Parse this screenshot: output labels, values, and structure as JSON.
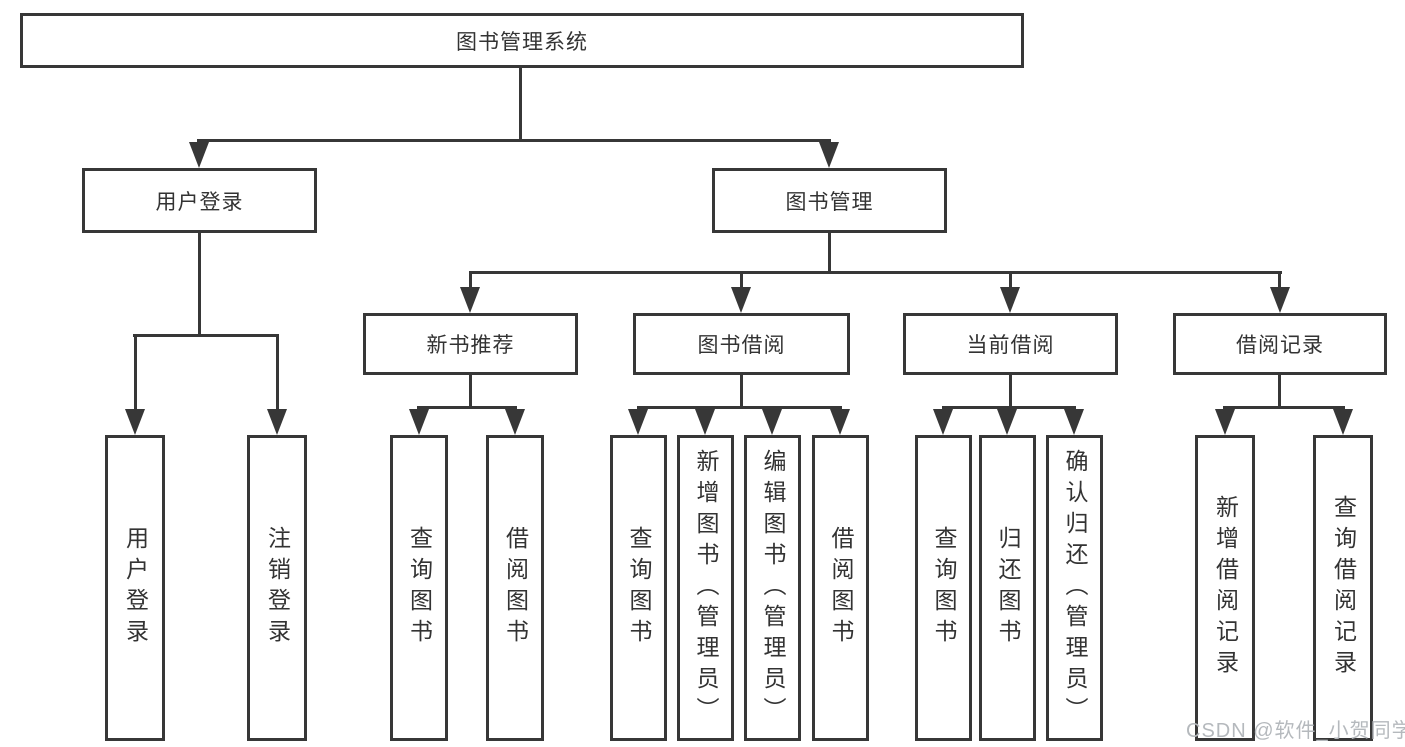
{
  "diagram": {
    "root": "图书管理系统",
    "level2": [
      "用户登录",
      "图书管理"
    ],
    "level3": [
      "新书推荐",
      "图书借阅",
      "当前借阅",
      "借阅记录"
    ],
    "leaf_groups": [
      {
        "parent": "用户登录",
        "items": [
          "用户登录",
          "注销登录"
        ]
      },
      {
        "parent": "新书推荐",
        "items": [
          "查询图书",
          "借阅图书"
        ]
      },
      {
        "parent": "图书借阅",
        "items": [
          "查询图书",
          "新增图书（管理员）",
          "编辑图书（管理员）",
          "借阅图书"
        ]
      },
      {
        "parent": "当前借阅",
        "items": [
          "查询图书",
          "归还图书",
          "确认归还（管理员）"
        ]
      },
      {
        "parent": "借阅记录",
        "items": [
          "新增借阅记录",
          "查询借阅记录"
        ]
      }
    ]
  },
  "watermark": {
    "text": "CSDN @软件_小贺同学",
    "color": "#b5b9bd"
  },
  "colors": {
    "line": "#373737",
    "text": "#333333",
    "background": "#ffffff"
  }
}
